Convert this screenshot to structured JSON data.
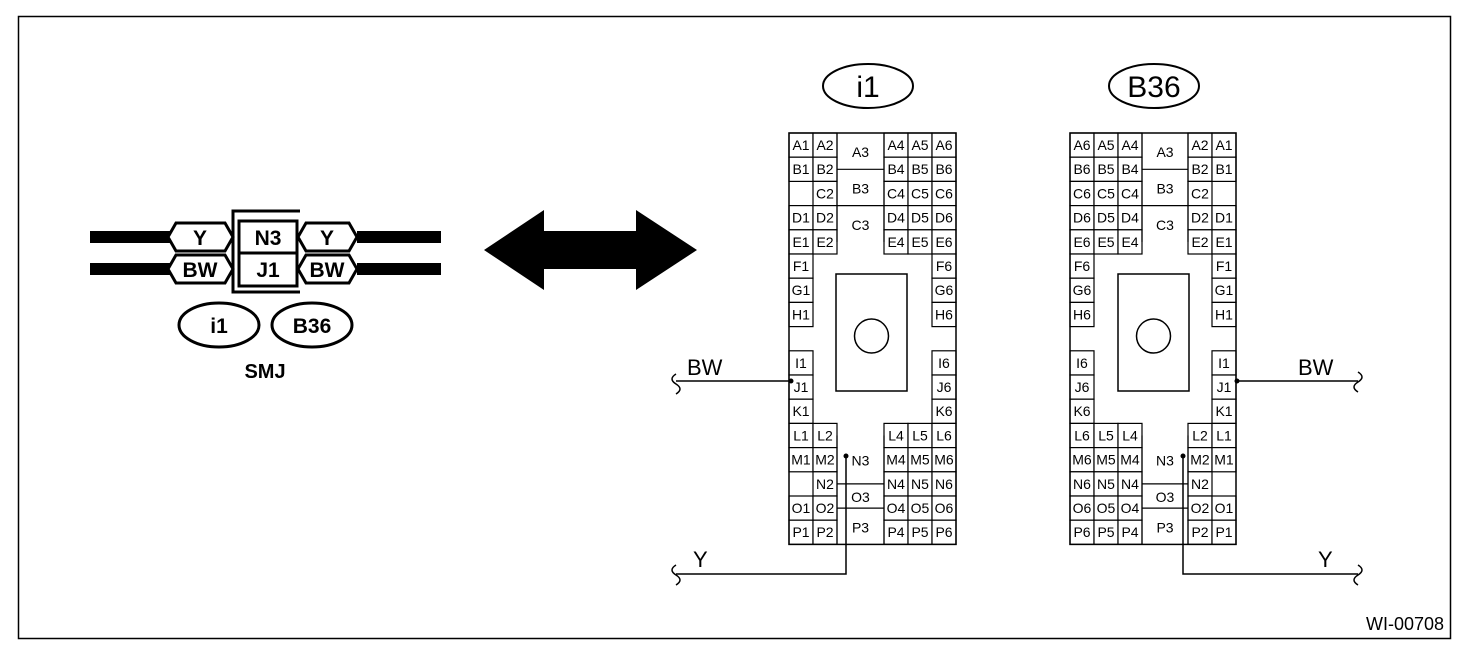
{
  "smj": {
    "left_wires": [
      "Y",
      "BW"
    ],
    "center_pins": [
      "N3",
      "J1"
    ],
    "right_wires": [
      "Y",
      "BW"
    ],
    "connectors": [
      "i1",
      "B36"
    ],
    "label": "SMJ"
  },
  "i1": {
    "title": "i1",
    "left": [
      [
        "A1",
        "A2"
      ],
      [
        "B1",
        "B2"
      ],
      [
        "",
        "C2"
      ],
      [
        "D1",
        "D2"
      ],
      [
        "E1",
        "E2"
      ],
      [
        "F1",
        ""
      ],
      [
        "G1",
        ""
      ],
      [
        "H1",
        ""
      ],
      [
        "",
        ""
      ],
      [
        "I1",
        ""
      ],
      [
        "J1",
        ""
      ],
      [
        "K1",
        ""
      ],
      [
        "L1",
        "L2"
      ],
      [
        "M1",
        "M2"
      ],
      [
        "",
        "N2"
      ],
      [
        "O1",
        "O2"
      ],
      [
        "P1",
        "P2"
      ]
    ],
    "right": [
      [
        "A4",
        "A5",
        "A6"
      ],
      [
        "B4",
        "B5",
        "B6"
      ],
      [
        "C4",
        "C5",
        "C6"
      ],
      [
        "D4",
        "D5",
        "D6"
      ],
      [
        "E4",
        "E5",
        "E6"
      ],
      [
        "",
        "",
        "F6"
      ],
      [
        "",
        "",
        "G6"
      ],
      [
        "",
        "",
        "H6"
      ],
      [
        "",
        "",
        ""
      ],
      [
        "",
        "",
        "I6"
      ],
      [
        "",
        "",
        "J6"
      ],
      [
        "",
        "",
        "K6"
      ],
      [
        "L4",
        "L5",
        "L6"
      ],
      [
        "M4",
        "M5",
        "M6"
      ],
      [
        "N4",
        "N5",
        "N6"
      ],
      [
        "O4",
        "O5",
        "O6"
      ],
      [
        "P4",
        "P5",
        "P6"
      ]
    ],
    "mid_top": [
      "A3",
      "B3",
      "C3"
    ],
    "mid_bot": [
      "N3",
      "O3",
      "P3"
    ],
    "wire_bw": "BW",
    "wire_y": "Y"
  },
  "b36": {
    "title": "B36",
    "left": [
      [
        "A6",
        "A5",
        "A4"
      ],
      [
        "B6",
        "B5",
        "B4"
      ],
      [
        "C6",
        "C5",
        "C4"
      ],
      [
        "D6",
        "D5",
        "D4"
      ],
      [
        "E6",
        "E5",
        "E4"
      ],
      [
        "F6",
        "",
        ""
      ],
      [
        "G6",
        "",
        ""
      ],
      [
        "H6",
        "",
        ""
      ],
      [
        "",
        "",
        ""
      ],
      [
        "I6",
        "",
        ""
      ],
      [
        "J6",
        "",
        ""
      ],
      [
        "K6",
        "",
        ""
      ],
      [
        "L6",
        "L5",
        "L4"
      ],
      [
        "M6",
        "M5",
        "M4"
      ],
      [
        "N6",
        "N5",
        "N4"
      ],
      [
        "O6",
        "O5",
        "O4"
      ],
      [
        "P6",
        "P5",
        "P4"
      ]
    ],
    "right": [
      [
        "A2",
        "A1"
      ],
      [
        "B2",
        "B1"
      ],
      [
        "C2",
        ""
      ],
      [
        "D2",
        "D1"
      ],
      [
        "E2",
        "E1"
      ],
      [
        "",
        "F1"
      ],
      [
        "",
        "G1"
      ],
      [
        "",
        "H1"
      ],
      [
        "",
        ""
      ],
      [
        "",
        "I1"
      ],
      [
        "",
        "J1"
      ],
      [
        "",
        "K1"
      ],
      [
        "L2",
        "L1"
      ],
      [
        "M2",
        "M1"
      ],
      [
        "N2",
        ""
      ],
      [
        "O2",
        "O1"
      ],
      [
        "P2",
        "P1"
      ]
    ],
    "mid_top": [
      "A3",
      "B3",
      "C3"
    ],
    "mid_bot": [
      "N3",
      "O3",
      "P3"
    ],
    "wire_bw": "BW",
    "wire_y": "Y"
  },
  "code": "WI-00708"
}
